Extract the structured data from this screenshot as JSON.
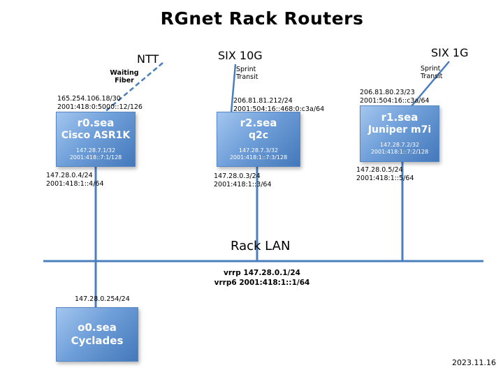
{
  "title": "RGnet Rack Routers",
  "date": "2023.11.16",
  "colors": {
    "wire": "#4a7ebc",
    "box_gradient_top": "#a3c6ef",
    "box_gradient_bottom": "#4478ba",
    "box_text": "#ffffff"
  },
  "uplinks": {
    "ntt": {
      "label": "NTT",
      "note1": "Waiting",
      "note2": "Fiber"
    },
    "six10g": {
      "label": "SIX 10G",
      "note1": "Sprint",
      "note2": "Transit"
    },
    "six1g": {
      "label": "SIX 1G",
      "note1": "Sprint",
      "note2": "Transit"
    }
  },
  "routers": {
    "r0": {
      "name": "r0.sea",
      "model": "Cisco ASR1K",
      "loopback_v4": "147.28.7.1/32",
      "loopback_v6": "2001:418::7:1/128",
      "uplink_v4": "165.254.106.18/30",
      "uplink_v6": "2001:418:0:5000::12/126",
      "lan_v4": "147.28.0.4/24",
      "lan_v6": "2001:418:1::4/64"
    },
    "r2": {
      "name": "r2.sea",
      "model": "q2c",
      "loopback_v4": "147.28.7.3/32",
      "loopback_v6": "2001:418:1::7:3/128",
      "uplink_v4": "206.81.81.212/24",
      "uplink_v6": "2001:504:16::468:0:c3a/64",
      "lan_v4": "147.28.0.3/24",
      "lan_v6": "2001:418:1::3/64"
    },
    "r1": {
      "name": "r1.sea",
      "model": "Juniper m7i",
      "loopback_v4": "147.28.7.2/32",
      "loopback_v6": "2001:418:1::7:2/128",
      "uplink_v4": "206.81.80.23/23",
      "uplink_v6": "2001:504:16::c3a/64",
      "lan_v4": "147.28.0.5/24",
      "lan_v6": "2001:418:1::5/64"
    }
  },
  "console": {
    "name": "o0.sea",
    "model": "Cyclades",
    "lan_v4": "147.28.0.254/24"
  },
  "lan": {
    "label": "Rack LAN",
    "vrrp_v4": "vrrp 147.28.0.1/24",
    "vrrp_v6": "vrrp6 2001:418:1::1/64"
  }
}
